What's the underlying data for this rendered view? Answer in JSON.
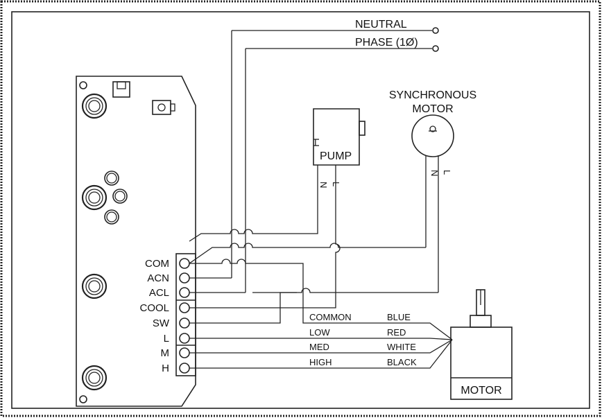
{
  "power": {
    "neutral": "NEUTRAL",
    "phase": "PHASE (1Ø)"
  },
  "sync_motor": {
    "title_line1": "SYNCHRONOUS",
    "title_line2": "MOTOR",
    "n": "N",
    "l": "L"
  },
  "pump": {
    "label": "PUMP",
    "n": "N",
    "l": "L"
  },
  "terminals": [
    "COM",
    "ACN",
    "ACL",
    "COOL",
    "SW",
    "L",
    "M",
    "H"
  ],
  "motor_wires": [
    {
      "speed": "COMMON",
      "color": "BLUE"
    },
    {
      "speed": "LOW",
      "color": "RED"
    },
    {
      "speed": "MED",
      "color": "WHITE"
    },
    {
      "speed": "HIGH",
      "color": "BLACK"
    }
  ],
  "motor": {
    "label": "MOTOR"
  }
}
